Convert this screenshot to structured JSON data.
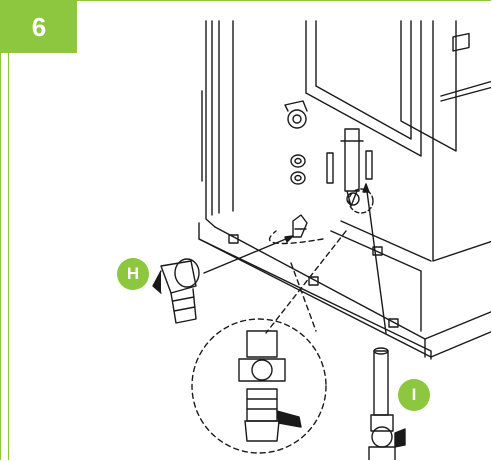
{
  "step": {
    "number": "6"
  },
  "callouts": {
    "h": "H",
    "i": "I"
  },
  "colors": {
    "accent": "#8dc63f",
    "line": "#1a1a1a"
  }
}
